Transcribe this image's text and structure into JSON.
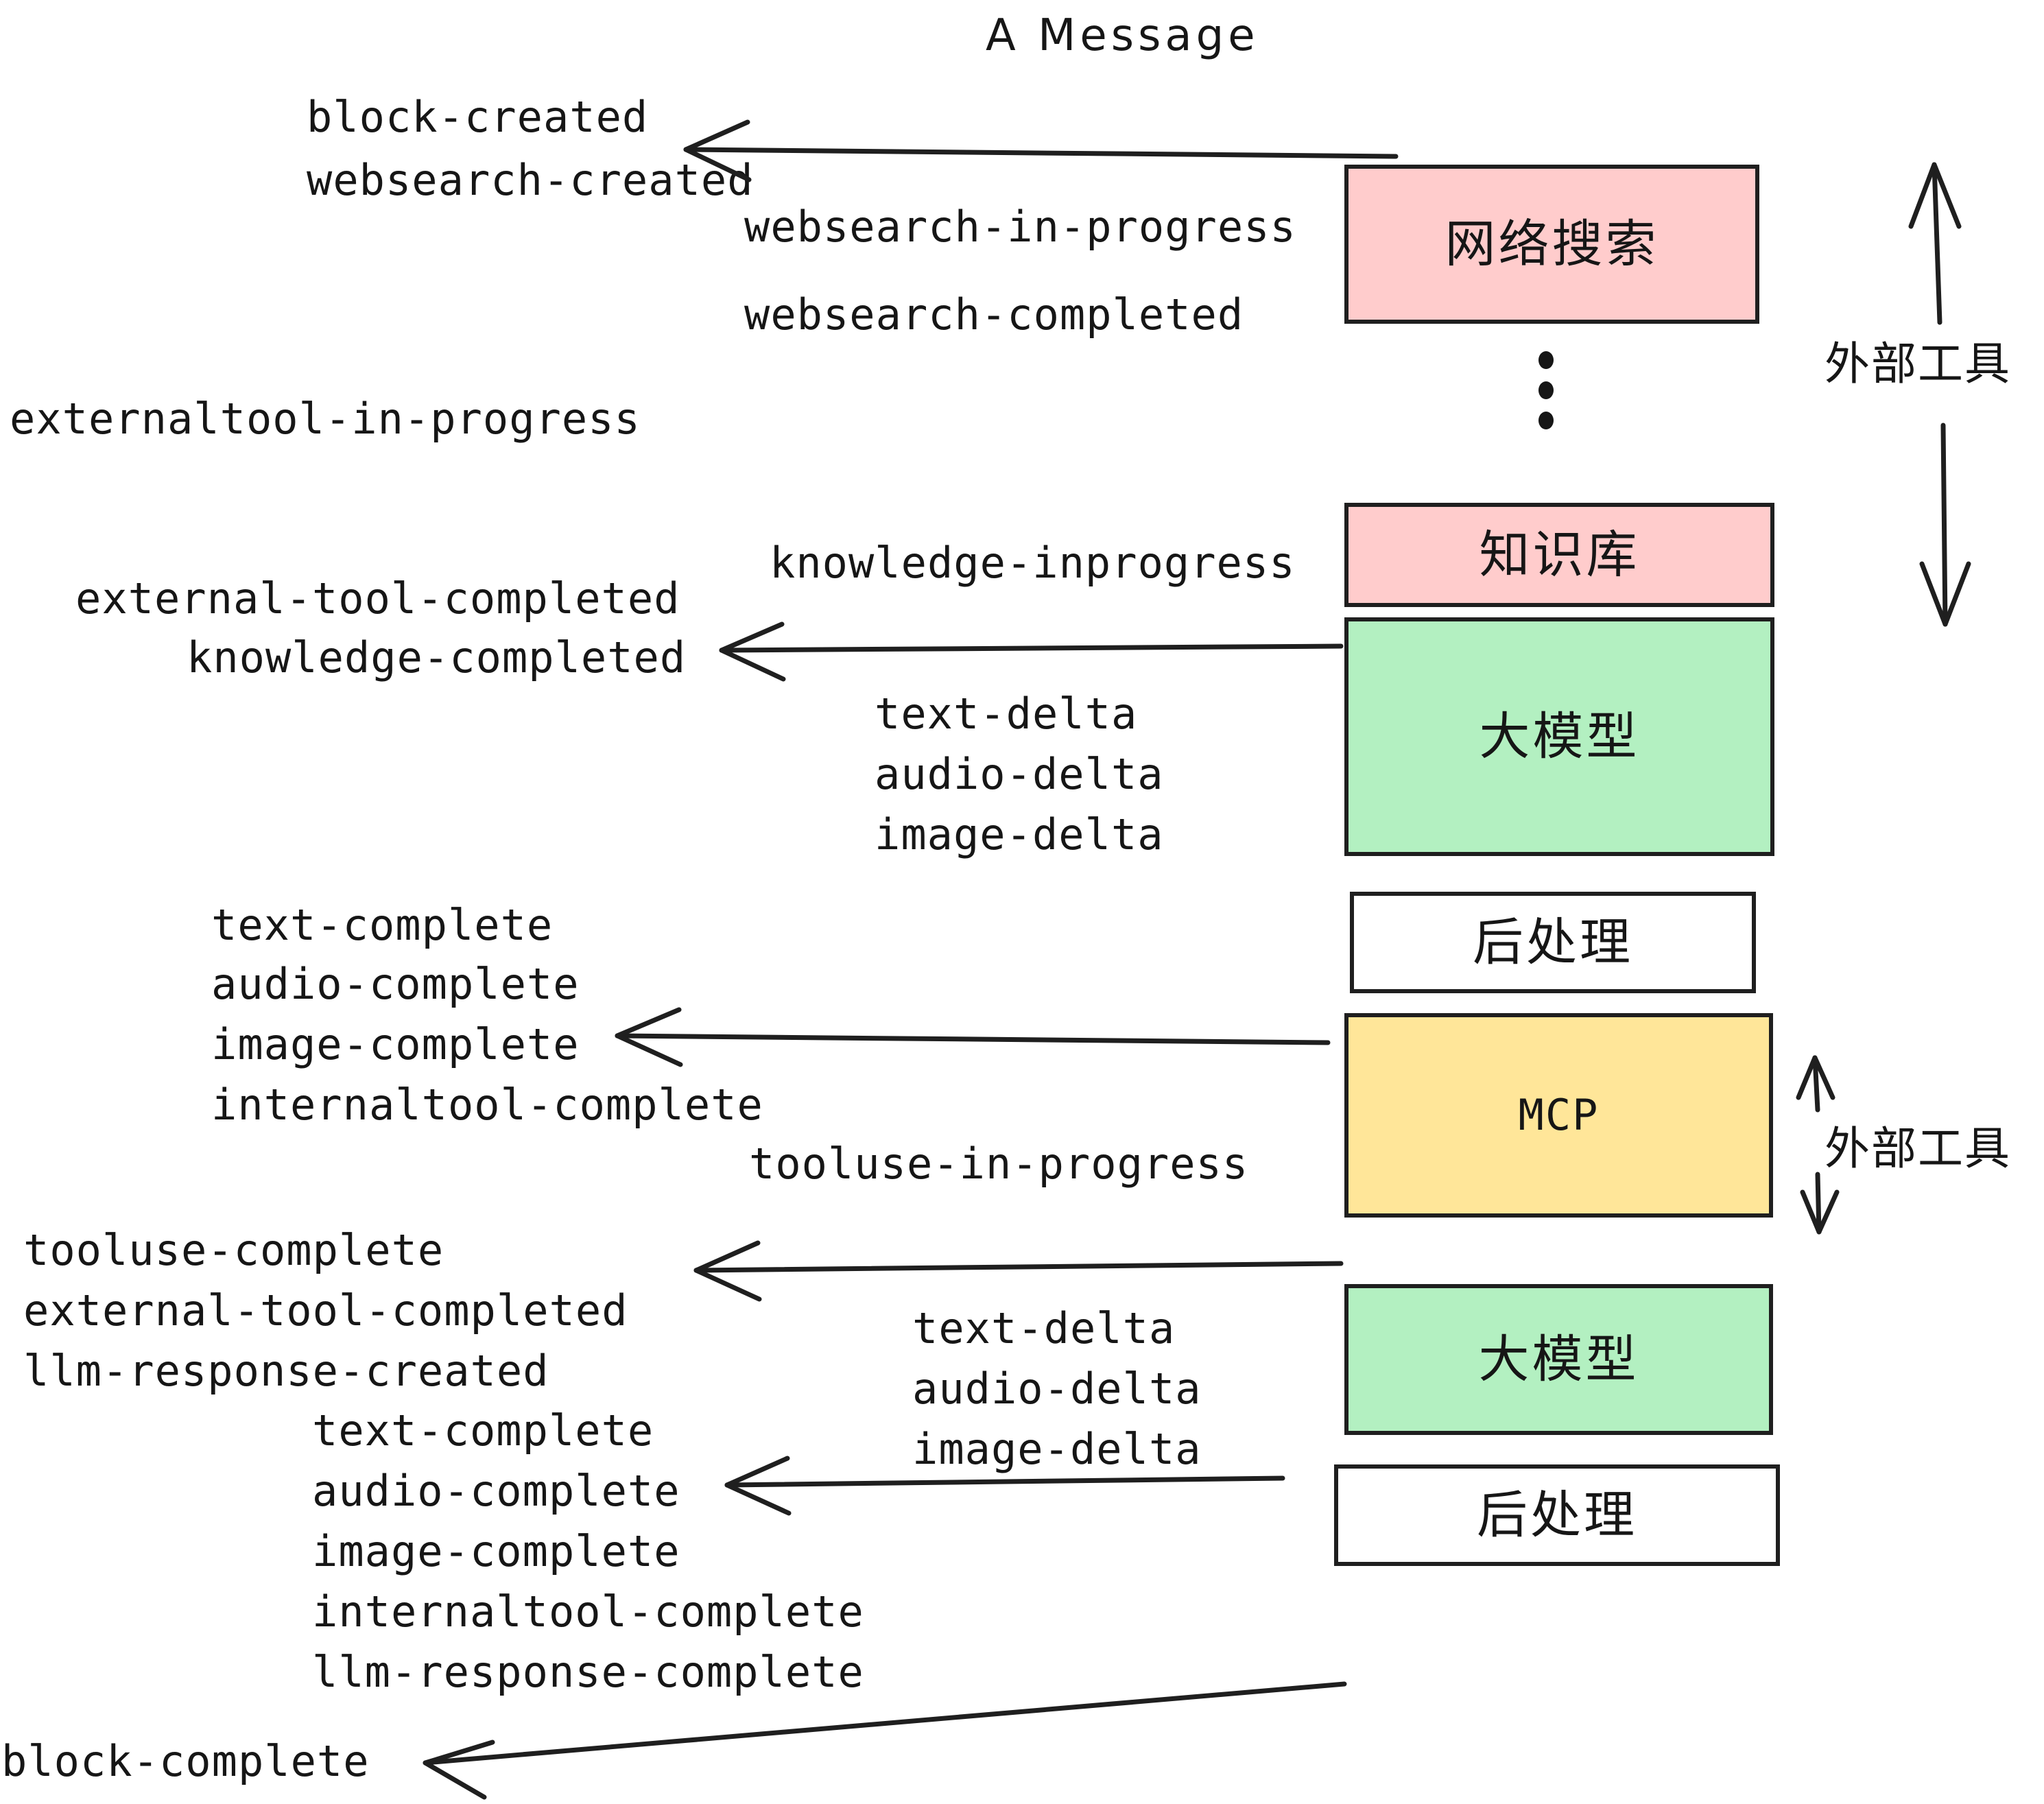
{
  "title": "A Message",
  "colors": {
    "external_tool_fill": "#ffcccc",
    "llm_fill": "#b3f0c1",
    "mcp_fill": "#ffe699",
    "postprocess_fill": "#ffffff",
    "stroke": "#1f1f1f",
    "text": "#161616",
    "background": "#ffffff"
  },
  "nodes": [
    {
      "id": "websearch",
      "label": "网络搜索",
      "kind": "external-tool"
    },
    {
      "id": "knowledge",
      "label": "知识库",
      "kind": "external-tool"
    },
    {
      "id": "llm-1",
      "label": "大模型",
      "kind": "llm"
    },
    {
      "id": "postprocess-1",
      "label": "后处理",
      "kind": "postprocess"
    },
    {
      "id": "mcp",
      "label": "MCP",
      "kind": "mcp"
    },
    {
      "id": "llm-2",
      "label": "大模型",
      "kind": "llm"
    },
    {
      "id": "postprocess-2",
      "label": "后处理",
      "kind": "postprocess"
    }
  ],
  "side_labels": [
    {
      "id": "external-tool-bracket-top",
      "text": "外部工具"
    },
    {
      "id": "external-tool-bracket-bottom",
      "text": "外部工具"
    }
  ],
  "events": {
    "block_created": "block-created",
    "websearch_created": "websearch-created",
    "websearch_in_progress": "websearch-in-progress",
    "websearch_completed": "websearch-completed",
    "externaltool_in_progress": "externaltool-in-progress",
    "knowledge_inprogress": "knowledge-inprogress",
    "external_tool_completed_1": "external-tool-completed",
    "knowledge_completed": "knowledge-completed",
    "text_delta_1": "text-delta",
    "audio_delta_1": "audio-delta",
    "image_delta_1": "image-delta",
    "text_complete_1": "text-complete",
    "audio_complete_1": "audio-complete",
    "image_complete_1": "image-complete",
    "internaltool_complete_1": "internaltool-complete",
    "tooluse_in_progress": "tooluse-in-progress",
    "tooluse_complete": "tooluse-complete",
    "external_tool_completed_2": "external-tool-completed",
    "llm_response_created": "llm-response-created",
    "text_delta_2": "text-delta",
    "audio_delta_2": "audio-delta",
    "image_delta_2": "image-delta",
    "text_complete_2": "text-complete",
    "audio_complete_2": "audio-complete",
    "image_complete_2": "image-complete",
    "internaltool_complete_2": "internaltool-complete",
    "llm_response_complete": "llm-response-complete",
    "block_complete": "block-complete"
  }
}
